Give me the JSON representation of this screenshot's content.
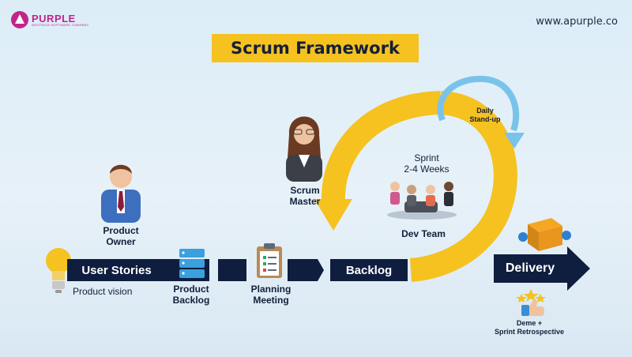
{
  "header": {
    "logo_name": "PURPLE",
    "logo_tagline": "INFOTECH SOFTWARE COMPANY",
    "website": "www.apurple.co"
  },
  "title": "Scrum Framework",
  "flow": {
    "user_stories": "User Stories",
    "product_vision": "Product vision",
    "product_backlog": "Product\nBacklog",
    "planning_meeting": "Planning\nMeeting",
    "backlog": "Backlog",
    "delivery": "Delivery",
    "demo": "Deme +\nSprint Retrospective"
  },
  "roles": {
    "product_owner": "Product\nOwner",
    "scrum_master": "Scrum\nMaster",
    "dev_team": "Dev Team"
  },
  "sprint": {
    "label": "Sprint\n2-4 Weeks",
    "daily": "Daily\nStand-up"
  },
  "colors": {
    "navy": "#0f1e3f",
    "yellow": "#f5c220",
    "blue_arrow": "#79c3ea",
    "brand": "#c2258a"
  }
}
